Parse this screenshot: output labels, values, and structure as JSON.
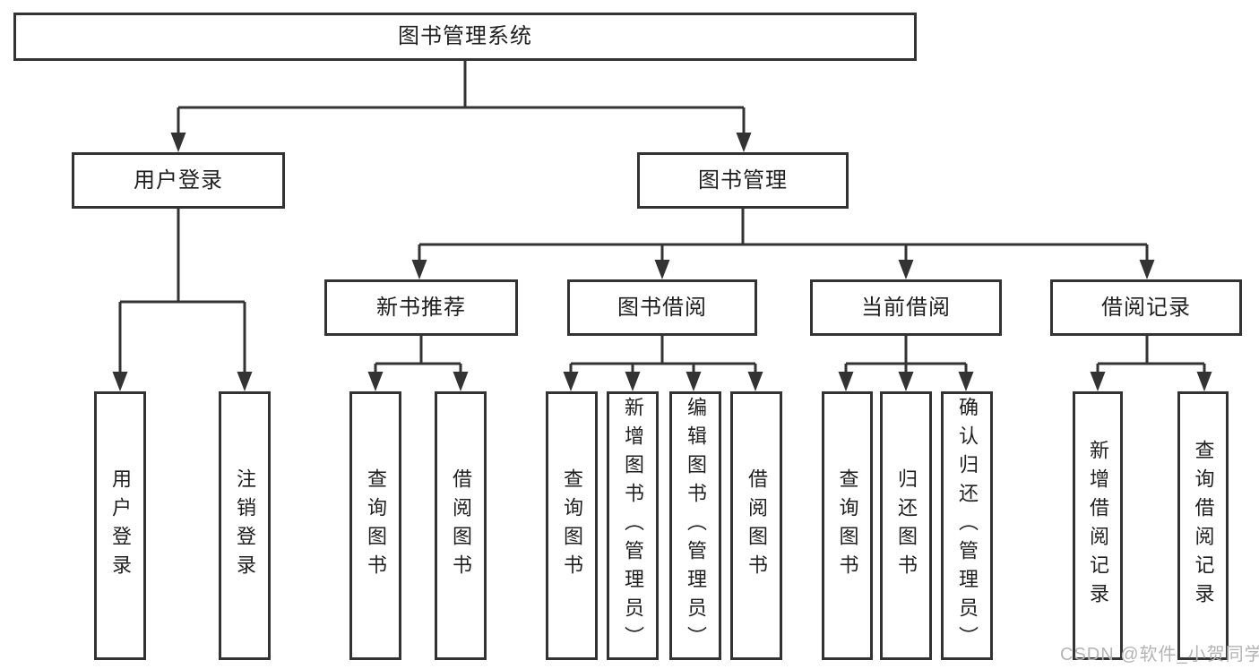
{
  "diagram": {
    "root": {
      "label": "图书管理系统"
    },
    "level2": [
      {
        "label": "用户登录"
      },
      {
        "label": "图书管理"
      }
    ],
    "level3": [
      {
        "label": "新书推荐"
      },
      {
        "label": "图书借阅"
      },
      {
        "label": "当前借阅"
      },
      {
        "label": "借阅记录"
      }
    ],
    "leaves": {
      "user": [
        "用户登录",
        "注销登录"
      ],
      "newbook": [
        "查询图书",
        "借阅图书"
      ],
      "borrow": [
        "查询图书",
        "新增图书（管理员）",
        "编辑图书（管理员）",
        "借阅图书"
      ],
      "current": [
        "查询图书",
        "归还图书",
        "确认归还（管理员）"
      ],
      "records": [
        "新增借阅记录",
        "查询借阅记录"
      ]
    }
  },
  "watermark": {
    "text": "CSDN @软件_小贺同学"
  },
  "colors": {
    "line": "#333333",
    "text": "#1f1f1f",
    "watermark": "#b4b4b4"
  }
}
